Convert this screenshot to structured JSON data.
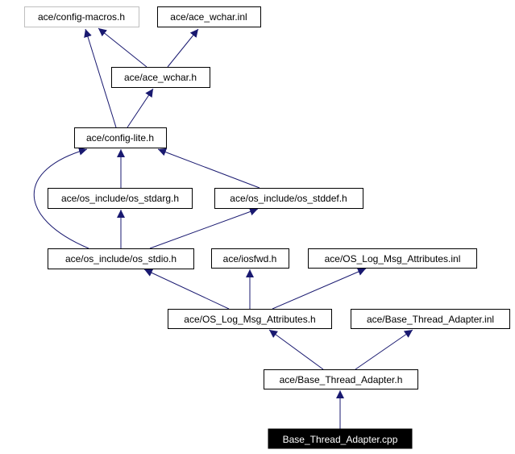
{
  "graph": {
    "title": "Include dependency graph for Base_Thread_Adapter.cpp",
    "edge_color": "#191970",
    "nodes": {
      "config_macros": "ace/config-macros.h",
      "ace_wchar_inl": "ace/ace_wchar.inl",
      "ace_wchar_h": "ace/ace_wchar.h",
      "config_lite": "ace/config-lite.h",
      "os_stdarg": "ace/os_include/os_stdarg.h",
      "os_stddef": "ace/os_include/os_stddef.h",
      "os_stdio": "ace/os_include/os_stdio.h",
      "iosfwd": "ace/iosfwd.h",
      "oslma_inl": "ace/OS_Log_Msg_Attributes.inl",
      "oslma_h": "ace/OS_Log_Msg_Attributes.h",
      "bta_inl": "ace/Base_Thread_Adapter.inl",
      "bta_h": "ace/Base_Thread_Adapter.h",
      "root": "Base_Thread_Adapter.cpp"
    },
    "edges": [
      [
        "config_lite",
        "config_macros"
      ],
      [
        "ace_wchar_h",
        "config_macros"
      ],
      [
        "ace_wchar_h",
        "ace_wchar_inl"
      ],
      [
        "config_lite",
        "ace_wchar_h"
      ],
      [
        "os_stdarg",
        "config_lite"
      ],
      [
        "os_stddef",
        "config_lite"
      ],
      [
        "os_stdio",
        "config_lite"
      ],
      [
        "os_stdio",
        "os_stdarg"
      ],
      [
        "os_stdio",
        "os_stddef"
      ],
      [
        "oslma_h",
        "os_stdio"
      ],
      [
        "oslma_h",
        "iosfwd"
      ],
      [
        "oslma_h",
        "oslma_inl"
      ],
      [
        "bta_h",
        "oslma_h"
      ],
      [
        "bta_h",
        "bta_inl"
      ],
      [
        "root",
        "bta_h"
      ]
    ]
  }
}
